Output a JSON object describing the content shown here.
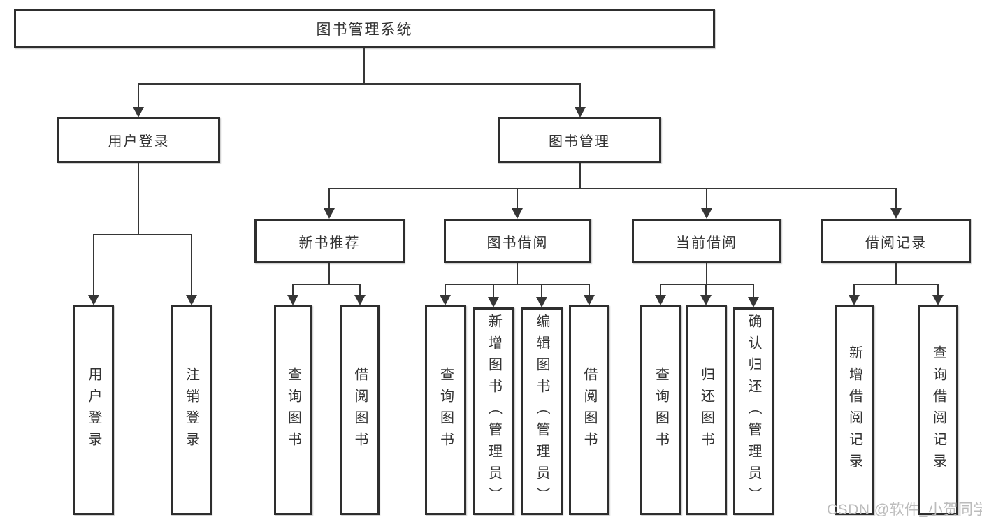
{
  "title": "图书管理系统",
  "nodes": {
    "root": "图书管理系统",
    "level2": [
      "用户登录",
      "图书管理"
    ],
    "login_children": [
      "用户登录",
      "注销登录"
    ],
    "level3": [
      "新书推荐",
      "图书借阅",
      "当前借阅",
      "借阅记录"
    ],
    "new_book_children": [
      "查询图书",
      "借阅图书"
    ],
    "book_borrow_children": [
      "查询图书",
      "新增图书（管理员）",
      "编辑图书（管理员）",
      "借阅图书"
    ],
    "current_borrow_children": [
      "查询图书",
      "归还图书",
      "确认归还（管理员）"
    ],
    "borrow_record_children": [
      "新增借阅记录",
      "查询借阅记录"
    ]
  },
  "watermark": "CSDN @软件_小贺同学",
  "colors": {
    "line": "#363636",
    "box_border": "#2e2e2e",
    "text": "#333333",
    "watermark": "#bcbcbc",
    "background": "#ffffff"
  }
}
